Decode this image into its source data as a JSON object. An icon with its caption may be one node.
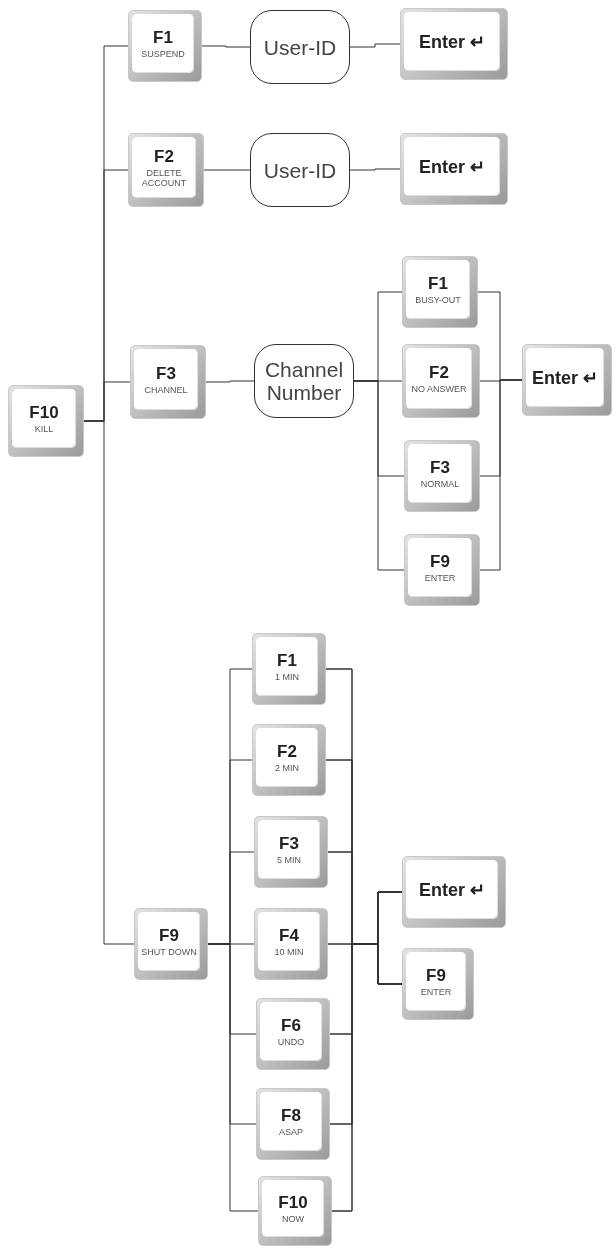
{
  "diagram": {
    "nodes": [
      {
        "text": [
          "F10",
          "KILL"
        ]
      },
      {
        "text": [
          "F1",
          "SUSPEND"
        ]
      },
      {
        "text": [
          "User-ID"
        ]
      },
      {
        "text": [
          "Enter ↵"
        ]
      },
      {
        "text": [
          "F2",
          "DELETE ACCOUNT"
        ]
      },
      {
        "text": [
          "User-ID"
        ]
      },
      {
        "text": [
          "Enter ↵"
        ]
      },
      {
        "text": [
          "F3",
          "CHANNEL"
        ]
      },
      {
        "text": [
          "Channel Number"
        ]
      },
      {
        "text": [
          "F1",
          "BUSY-OUT"
        ]
      },
      {
        "text": [
          "F2",
          "NO ANSWER"
        ]
      },
      {
        "text": [
          "Enter ↵"
        ]
      },
      {
        "text": [
          "F3",
          "NORMAL"
        ]
      },
      {
        "text": [
          "F9",
          "ENTER"
        ]
      },
      {
        "text": [
          "F9",
          "SHUT DOWN"
        ]
      },
      {
        "text": [
          "F1",
          "1 MIN"
        ]
      },
      {
        "text": [
          "F2",
          "2 MIN"
        ]
      },
      {
        "text": [
          "F3",
          "5 MIN"
        ]
      },
      {
        "text": [
          "F4",
          "10 MIN"
        ]
      },
      {
        "text": [
          "F6",
          "UNDO"
        ]
      },
      {
        "text": [
          "F8",
          "ASAP"
        ]
      },
      {
        "text": [
          "F10",
          "NOW"
        ]
      },
      {
        "text": [
          "Enter ↵"
        ]
      },
      {
        "text": [
          "F9",
          "ENTER"
        ]
      }
    ],
    "edges": [
      {
        "from": 0,
        "to": 1,
        "arrow": "none"
      },
      {
        "from": 0,
        "to": 4,
        "arrow": "none"
      },
      {
        "from": 0,
        "to": 7,
        "arrow": "none"
      },
      {
        "from": 0,
        "to": 14,
        "arrow": "none"
      },
      {
        "from": 1,
        "to": 2,
        "arrow": "none"
      },
      {
        "from": 2,
        "to": 3,
        "arrow": "none"
      },
      {
        "from": 4,
        "to": 5,
        "arrow": "none"
      },
      {
        "from": 5,
        "to": 6,
        "arrow": "none"
      },
      {
        "from": 7,
        "to": 8,
        "arrow": "none"
      },
      {
        "from": 8,
        "to": 9,
        "arrow": "none"
      },
      {
        "from": 8,
        "to": 10,
        "arrow": "none"
      },
      {
        "from": 8,
        "to": 12,
        "arrow": "none"
      },
      {
        "from": 8,
        "to": 13,
        "arrow": "none"
      },
      {
        "from": 9,
        "to": 11,
        "arrow": "none"
      },
      {
        "from": 10,
        "to": 11,
        "arrow": "none"
      },
      {
        "from": 12,
        "to": 11,
        "arrow": "none"
      },
      {
        "from": 13,
        "to": 11,
        "arrow": "none"
      },
      {
        "from": 14,
        "to": 15,
        "arrow": "none"
      },
      {
        "from": 14,
        "to": 16,
        "arrow": "none"
      },
      {
        "from": 14,
        "to": 17,
        "arrow": "none"
      },
      {
        "from": 14,
        "to": 18,
        "arrow": "none"
      },
      {
        "from": 14,
        "to": 19,
        "arrow": "none"
      },
      {
        "from": 14,
        "to": 20,
        "arrow": "none"
      },
      {
        "from": 14,
        "to": 21,
        "arrow": "none"
      },
      {
        "from": 15,
        "to": 22,
        "arrow": "none"
      },
      {
        "from": 15,
        "to": 23,
        "arrow": "none"
      },
      {
        "from": 16,
        "to": 22,
        "arrow": "none"
      },
      {
        "from": 16,
        "to": 23,
        "arrow": "none"
      },
      {
        "from": 17,
        "to": 22,
        "arrow": "none"
      },
      {
        "from": 17,
        "to": 23,
        "arrow": "none"
      },
      {
        "from": 18,
        "to": 22,
        "arrow": "none"
      },
      {
        "from": 18,
        "to": 23,
        "arrow": "none"
      },
      {
        "from": 19,
        "to": 22,
        "arrow": "none"
      },
      {
        "from": 19,
        "to": 23,
        "arrow": "none"
      },
      {
        "from": 20,
        "to": 22,
        "arrow": "none"
      },
      {
        "from": 20,
        "to": 23,
        "arrow": "none"
      },
      {
        "from": 21,
        "to": 22,
        "arrow": "none"
      },
      {
        "from": 21,
        "to": 23,
        "arrow": "none"
      }
    ]
  }
}
